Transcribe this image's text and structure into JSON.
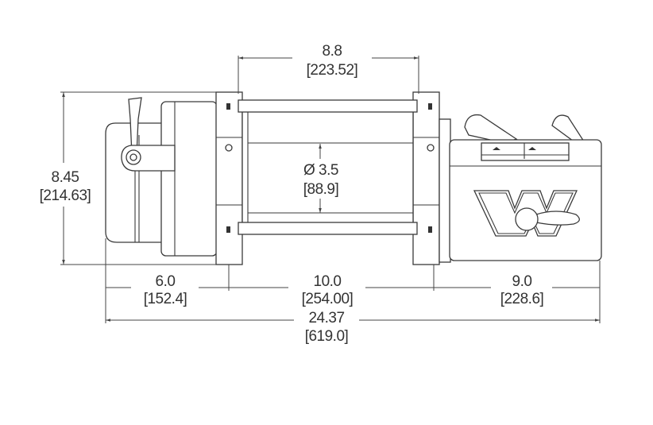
{
  "dimensions": {
    "drum_length": {
      "in": "8.8",
      "mm": "[223.52]"
    },
    "height": {
      "in": "8.45",
      "mm": "[214.63]"
    },
    "drum_diameter": {
      "in": "Ø 3.5",
      "mm": "[88.9]"
    },
    "motor_length": {
      "in": "6.0",
      "mm": "[152.4]"
    },
    "mount_spacing": {
      "in": "10.0",
      "mm": "[254.00]"
    },
    "control_length": {
      "in": "9.0",
      "mm": "[228.6]"
    },
    "overall_length": {
      "in": "24.37",
      "mm": "[619.0]"
    }
  },
  "colors": {
    "line": "#3a3a3a",
    "background": "#ffffff"
  }
}
